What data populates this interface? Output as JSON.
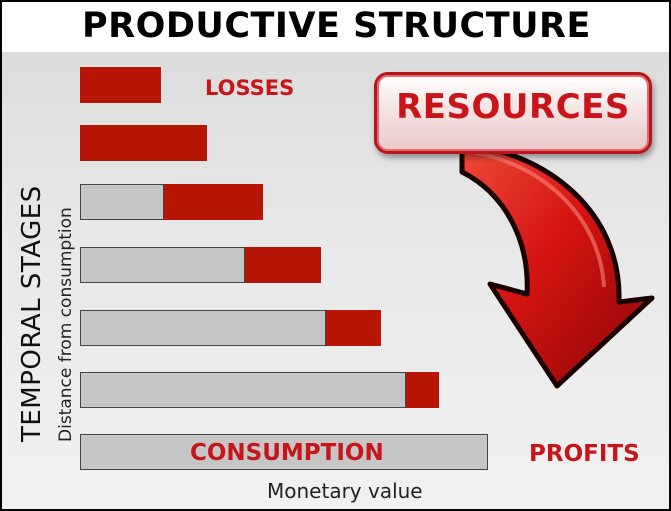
{
  "title": "PRODUCTIVE STRUCTURE",
  "labels": {
    "losses": "LOSSES",
    "resources": "RESOURCES",
    "consumption": "CONSUMPTION",
    "profits": "PROFITS"
  },
  "axes": {
    "y_main": "TEMPORAL STAGES",
    "y_sub": "Distance from consumption",
    "x": "Monetary value"
  },
  "colors": {
    "accent_red": "#c8151a",
    "bar_red": "#b71505",
    "bar_gray": "#c6c6c6"
  },
  "icons": [
    "curved-arrow-icon"
  ]
}
